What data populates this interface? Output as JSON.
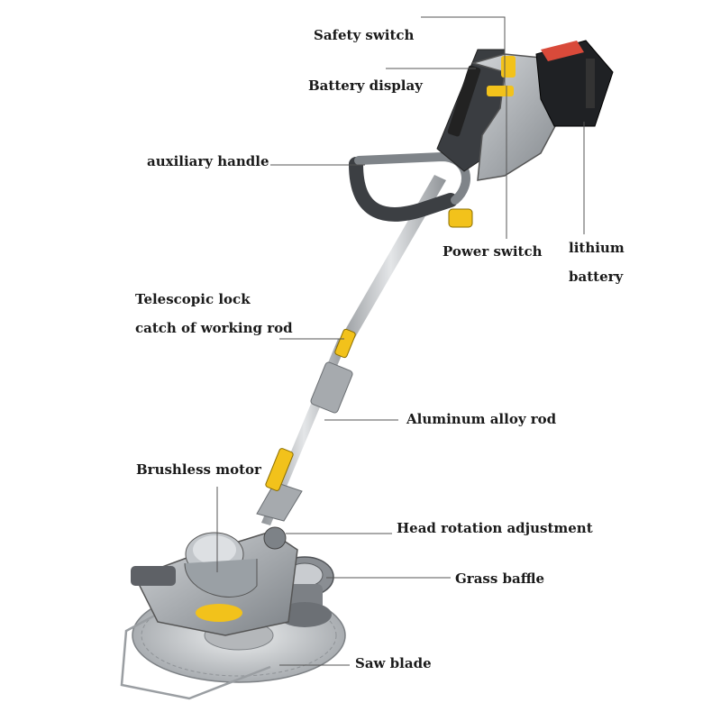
{
  "labels": {
    "safety_switch": "Safety switch",
    "battery_display": "Battery display",
    "auxiliary_handle": "auxiliary handle",
    "power_switch": "Power switch",
    "lithium_line1": "lithium",
    "lithium_line2": "battery",
    "telescopic_line1": "Telescopic lock",
    "telescopic_line2": "catch of working rod",
    "aluminum_rod": "Aluminum alloy rod",
    "brushless_motor": "Brushless motor",
    "head_rotation": "Head rotation adjustment",
    "grass_baffle": "Grass baffle",
    "saw_blade": "Saw blade"
  },
  "colors": {
    "body_gray": "#9ea3a8",
    "dark_gray": "#4a4d52",
    "accent_yellow": "#f2c21b",
    "battery_black": "#1f2124",
    "battery_accent": "#d94a3a",
    "rod_gray": "#b9bcc0",
    "blade_gray": "#c8cbce"
  }
}
